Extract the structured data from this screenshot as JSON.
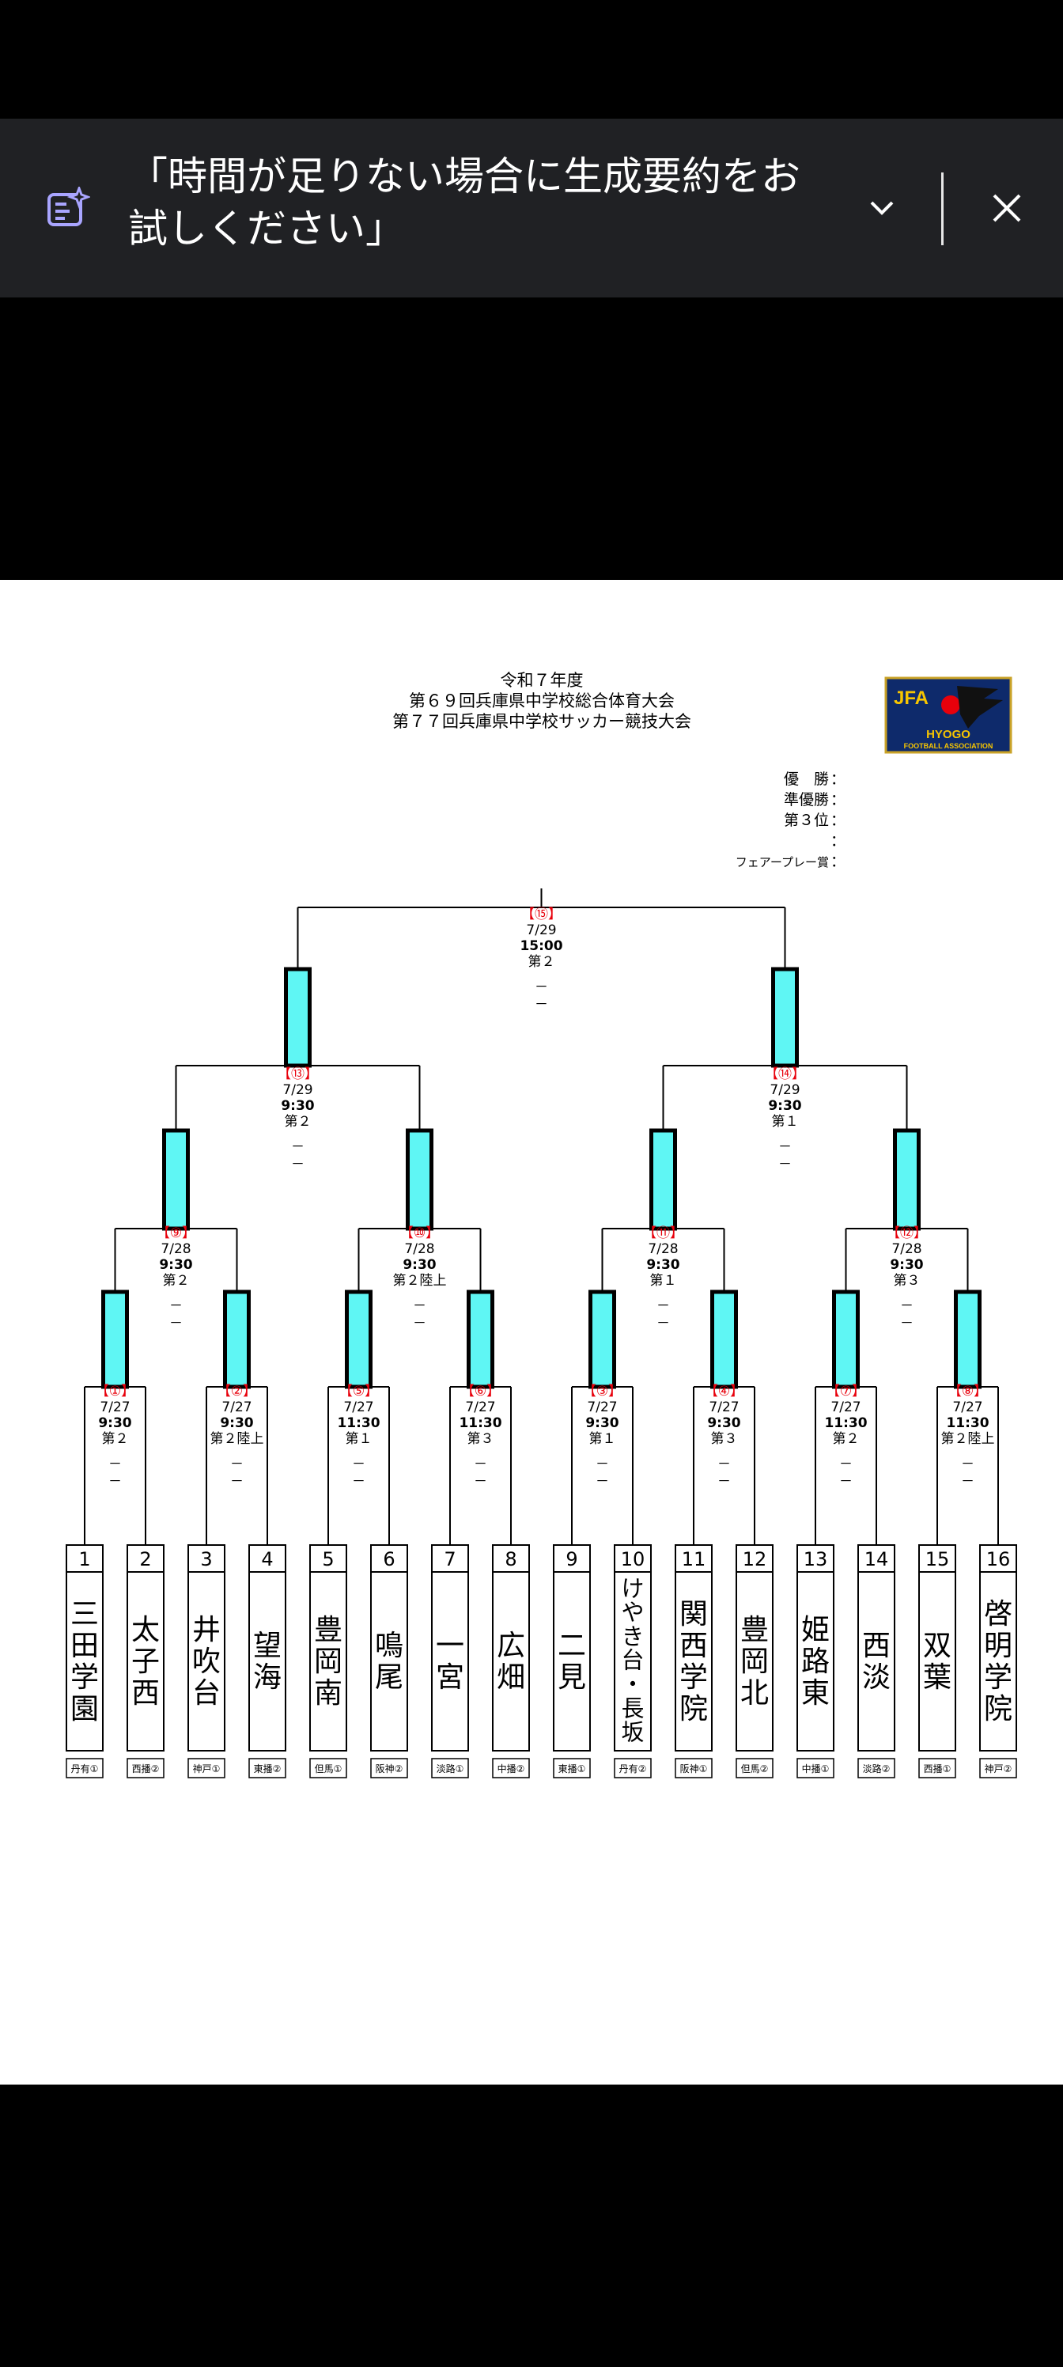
{
  "banner": {
    "text_line1": "「時間が足りない場合に生成要約をお",
    "text_line2": "試しください」",
    "icon": "ai-summary-icon",
    "expand_icon": "chevron-down-icon",
    "close_icon": "close-icon"
  },
  "doc": {
    "title1": "令和７年度",
    "title2": "第６９回兵庫県中学校総合体育大会",
    "title3": "第７７回兵庫県中学校サッカー競技大会",
    "logo": {
      "top": "JFA",
      "mid": "HYOGO",
      "bottom": "FOOTBALL ASSOCIATION"
    },
    "results": [
      {
        "label": "優　勝",
        "colon": "："
      },
      {
        "label": "準優勝",
        "colon": "："
      },
      {
        "label": "第３位",
        "colon": "："
      },
      {
        "label": "",
        "colon": "："
      },
      {
        "label": "フェアープレー賞",
        "colon": "："
      }
    ],
    "teams": [
      {
        "num": "1",
        "name": "三田学園",
        "region": "丹有①"
      },
      {
        "num": "2",
        "name": "太子西",
        "region": "西播②"
      },
      {
        "num": "3",
        "name": "井吹台",
        "region": "神戸①"
      },
      {
        "num": "4",
        "name": "望海",
        "region": "東播②"
      },
      {
        "num": "5",
        "name": "豊岡南",
        "region": "但馬①"
      },
      {
        "num": "6",
        "name": "鳴尾",
        "region": "阪神②"
      },
      {
        "num": "7",
        "name": "一宮",
        "region": "淡路①"
      },
      {
        "num": "8",
        "name": "広畑",
        "region": "中播②"
      },
      {
        "num": "9",
        "name": "二見",
        "region": "東播①"
      },
      {
        "num": "10",
        "name": "けやき台・長坂",
        "region": "丹有②"
      },
      {
        "num": "11",
        "name": "関西学院",
        "region": "阪神①"
      },
      {
        "num": "12",
        "name": "豊岡北",
        "region": "但馬②"
      },
      {
        "num": "13",
        "name": "姫路東",
        "region": "中播①"
      },
      {
        "num": "14",
        "name": "西淡",
        "region": "淡路②"
      },
      {
        "num": "15",
        "name": "双葉",
        "region": "西播①"
      },
      {
        "num": "16",
        "name": "啓明学院",
        "region": "神戸②"
      }
    ],
    "r1": [
      {
        "num": "【①】",
        "date": "7/27",
        "time": "9:30",
        "venue": "第２",
        "score1": "－",
        "score2": "－"
      },
      {
        "num": "【②】",
        "date": "7/27",
        "time": "9:30",
        "venue": "第２陸上",
        "score1": "－",
        "score2": "－"
      },
      {
        "num": "【⑤】",
        "date": "7/27",
        "time": "11:30",
        "venue": "第１",
        "score1": "－",
        "score2": "－"
      },
      {
        "num": "【⑥】",
        "date": "7/27",
        "time": "11:30",
        "venue": "第３",
        "score1": "－",
        "score2": "－"
      },
      {
        "num": "【③】",
        "date": "7/27",
        "time": "9:30",
        "venue": "第１",
        "score1": "－",
        "score2": "－"
      },
      {
        "num": "【④】",
        "date": "7/27",
        "time": "9:30",
        "venue": "第３",
        "score1": "－",
        "score2": "－"
      },
      {
        "num": "【⑦】",
        "date": "7/27",
        "time": "11:30",
        "venue": "第２",
        "score1": "－",
        "score2": "－"
      },
      {
        "num": "【⑧】",
        "date": "7/27",
        "time": "11:30",
        "venue": "第２陸上",
        "score1": "－",
        "score2": "－"
      }
    ],
    "r2": [
      {
        "num": "【⑨】",
        "date": "7/28",
        "time": "9:30",
        "venue": "第２",
        "score1": "－",
        "score2": "－"
      },
      {
        "num": "【⑩】",
        "date": "7/28",
        "time": "9:30",
        "venue": "第２陸上",
        "score1": "－",
        "score2": "－"
      },
      {
        "num": "【⑪】",
        "date": "7/28",
        "time": "9:30",
        "venue": "第１",
        "score1": "－",
        "score2": "－"
      },
      {
        "num": "【⑫】",
        "date": "7/28",
        "time": "9:30",
        "venue": "第３",
        "score1": "－",
        "score2": "－"
      }
    ],
    "r3": [
      {
        "num": "【⑬】",
        "date": "7/29",
        "time": "9:30",
        "venue": "第２",
        "score1": "－",
        "score2": "－"
      },
      {
        "num": "【⑭】",
        "date": "7/29",
        "time": "9:30",
        "venue": "第１",
        "score1": "－",
        "score2": "－"
      }
    ],
    "final": {
      "num": "【⑮】",
      "date": "7/29",
      "time": "15:00",
      "venue": "第２",
      "score1": "－",
      "score2": "－"
    },
    "colors": {
      "slot": "#5ff6f4",
      "match_number": "#e8000b"
    }
  }
}
